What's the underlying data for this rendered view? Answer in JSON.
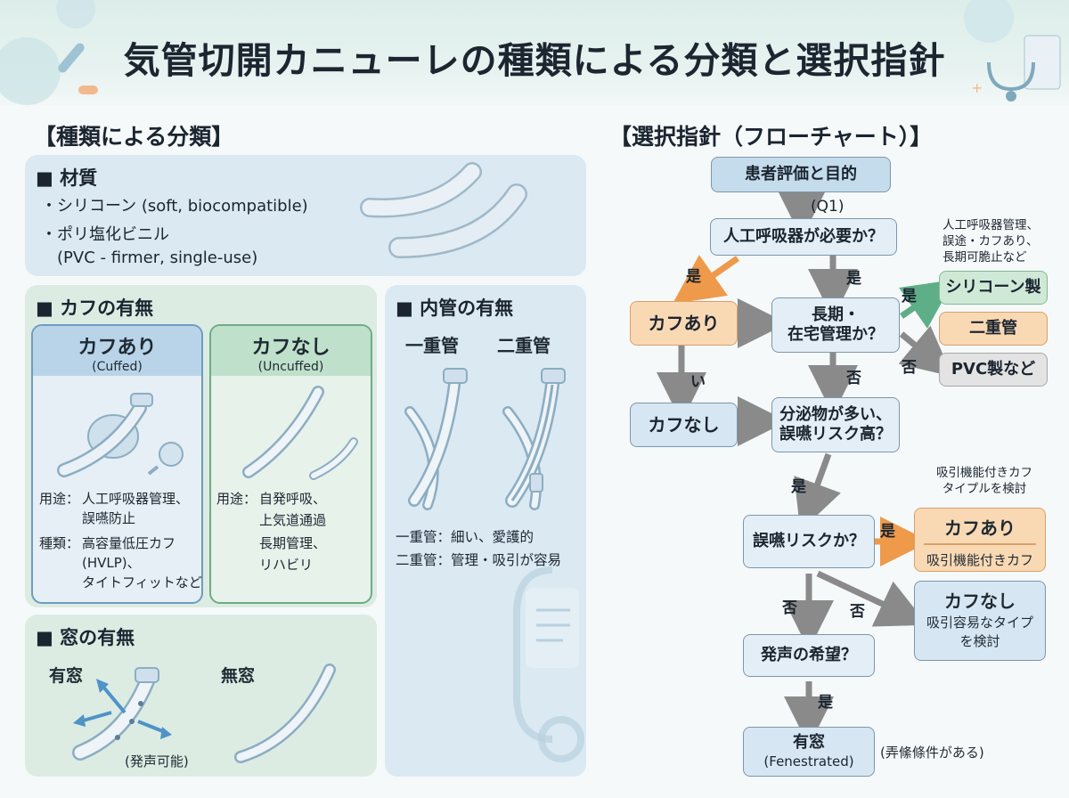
{
  "title": "気管切開カニューレの種類による分類と選択指針",
  "classification": {
    "heading": "【種類による分類】",
    "material": {
      "title": "■ 材質",
      "item1": "・シリコーン (soft, biocompatible)",
      "item2": "・ポリ塩化ビニル",
      "item2_sub": "(PVC - firmer, single-use)"
    },
    "cuff": {
      "title": "■ カフの有無",
      "cuffed": {
        "name": "カフあり",
        "en": "(Cuffed)",
        "use_label": "用途：",
        "use_lines": [
          "人工呼吸器管理、",
          "誤嚥防止"
        ],
        "type_label": "種類：",
        "type_lines": [
          "高容量低圧カフ",
          "(HVLP)、",
          "タイトフィットなど"
        ]
      },
      "uncuffed": {
        "name": "カフなし",
        "en": "(Uncuffed)",
        "use_label": "用途：",
        "use_lines": [
          "自発呼吸、",
          "上気道通過",
          "長期管理、",
          "リハビリ"
        ]
      }
    },
    "inner": {
      "title": "■ 内管の有無",
      "single": "一重管",
      "double": "二重管",
      "note1": "一重管：細い、愛護的",
      "note2": "二重管：管理・吸引が容易"
    },
    "window": {
      "title": "■ 窓の有無",
      "with": "有窓",
      "without": "無窓",
      "speech": "(発声可能)"
    }
  },
  "flowchart": {
    "heading": "【選択指針（フローチャート）】",
    "start": "患者評価と目的",
    "q1_label": "(Q1)",
    "q_ventilator": "人工呼吸器が必要か？",
    "yes": "是",
    "no": "否",
    "i_label": "い",
    "cuffed": "カフあり",
    "uncuffed": "カフなし",
    "q_long": [
      "長期・",
      "在宅管理か？"
    ],
    "silicone": "シリコーン製",
    "double": "二重管",
    "pvc": "PVC製など",
    "note_silicone": [
      "人工呼吸器管理、",
      "誤途・カフあり、",
      "長期可脆止など"
    ],
    "q_secretion": [
      "分泌物が多い、",
      "誤嚥リスク高？"
    ],
    "q_aspiration": "誤嚥リスクか？",
    "note_suction": [
      "吸引機能付きカフ",
      "タイプルを検討"
    ],
    "cuffed_suction_title": "カフあり",
    "cuffed_suction_sub": "吸引機能付きカフ",
    "uncuffed_easy_title": "カフなし",
    "uncuffed_easy_sub": [
      "吸引容易なタイプ",
      "を検討"
    ],
    "q_speech": "発声の希望？",
    "fenestrated": [
      "有窓",
      "(Fenestrated)"
    ],
    "fenestrated_note": "(弄絛條件がある)"
  },
  "colors": {
    "blue_panel": "#dbe9f3",
    "green_panel": "#dcece3",
    "orange_arrow": "#ee9a4a",
    "green_arrow": "#5eaf88",
    "gray_arrow": "#8a8a8a"
  }
}
